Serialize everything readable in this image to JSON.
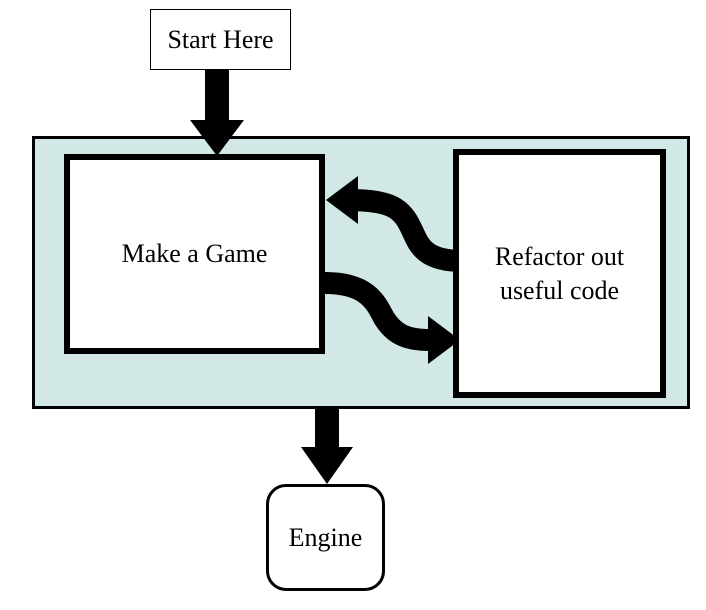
{
  "diagram": {
    "start_label": "Start Here",
    "game_label": "Make a Game",
    "refactor_label": "Refactor out useful code",
    "engine_label": "Engine"
  },
  "colors": {
    "panel_background": "#d2e8e6",
    "stroke": "#000000",
    "box_fill": "#ffffff"
  }
}
